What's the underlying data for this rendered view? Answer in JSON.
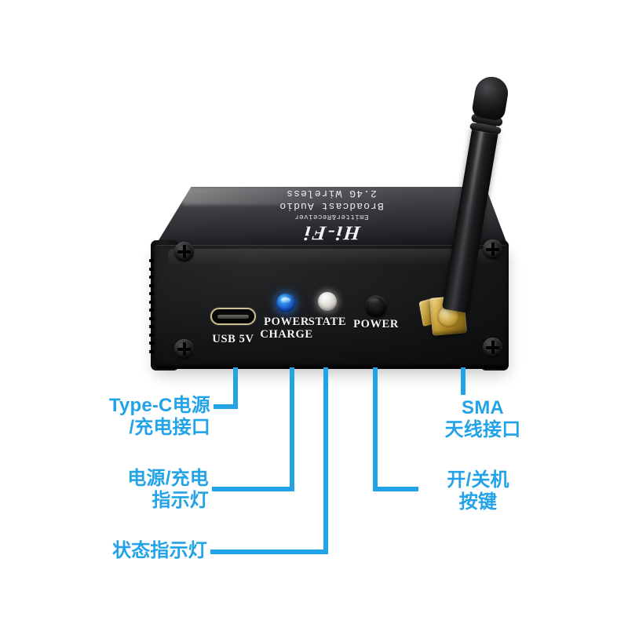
{
  "accent_color": "#22a3e8",
  "background_color": "#ffffff",
  "device": {
    "lid_print": {
      "brand": "Hi-Fi",
      "line_small": "Emitter&Receiver",
      "line_mid": "Broadcast Audio",
      "line_bottom": "2.4G Wireless"
    },
    "panel_labels": {
      "usb": "USB  5V",
      "power": "POWER",
      "charge": "CHARGE",
      "state": "STATE",
      "power_button": "POWER"
    }
  },
  "callouts": [
    {
      "id": "type-c-port",
      "text": "Type-C电源\n/充电接口",
      "align": "right"
    },
    {
      "id": "power-charge-indicator",
      "text": "电源/充电\n指示灯",
      "align": "right"
    },
    {
      "id": "state-indicator",
      "text": "状态指示灯",
      "align": "right"
    },
    {
      "id": "sma-antenna-connector",
      "text": "SMA\n天线接口",
      "align": "center"
    },
    {
      "id": "power-key",
      "text": "开/关机\n按键",
      "align": "center"
    }
  ]
}
